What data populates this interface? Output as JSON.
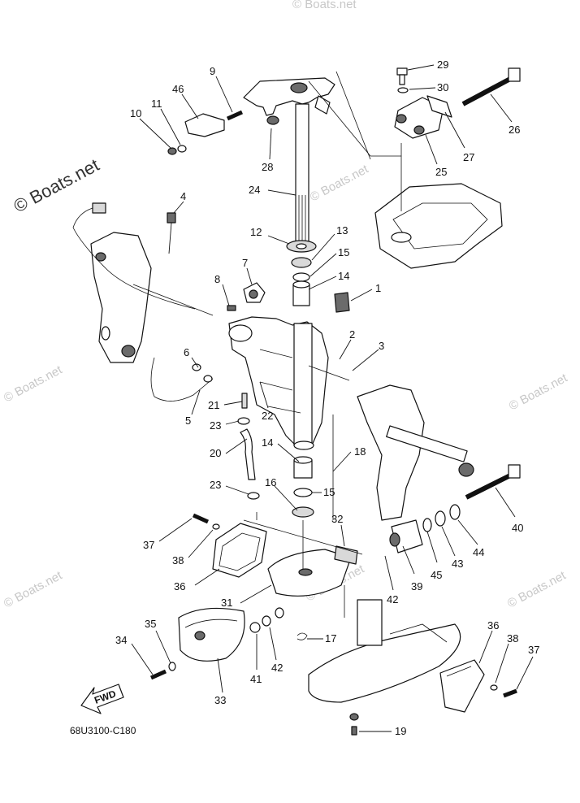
{
  "watermarks": {
    "main": "© Boats.net",
    "tiled": "© Boats.net"
  },
  "diagram_code": "68U3100-C180",
  "fwd_label": "FWD",
  "callouts": [
    "1",
    "2",
    "3",
    "4",
    "5",
    "6",
    "7",
    "8",
    "9",
    "10",
    "11",
    "12",
    "13",
    "14",
    "14",
    "15",
    "15",
    "16",
    "17",
    "18",
    "19",
    "20",
    "21",
    "22",
    "23",
    "23",
    "24",
    "25",
    "26",
    "27",
    "28",
    "29",
    "30",
    "31",
    "32",
    "33",
    "34",
    "35",
    "36",
    "36",
    "37",
    "37",
    "38",
    "38",
    "39",
    "40",
    "41",
    "42",
    "42",
    "43",
    "44",
    "45",
    "46"
  ]
}
